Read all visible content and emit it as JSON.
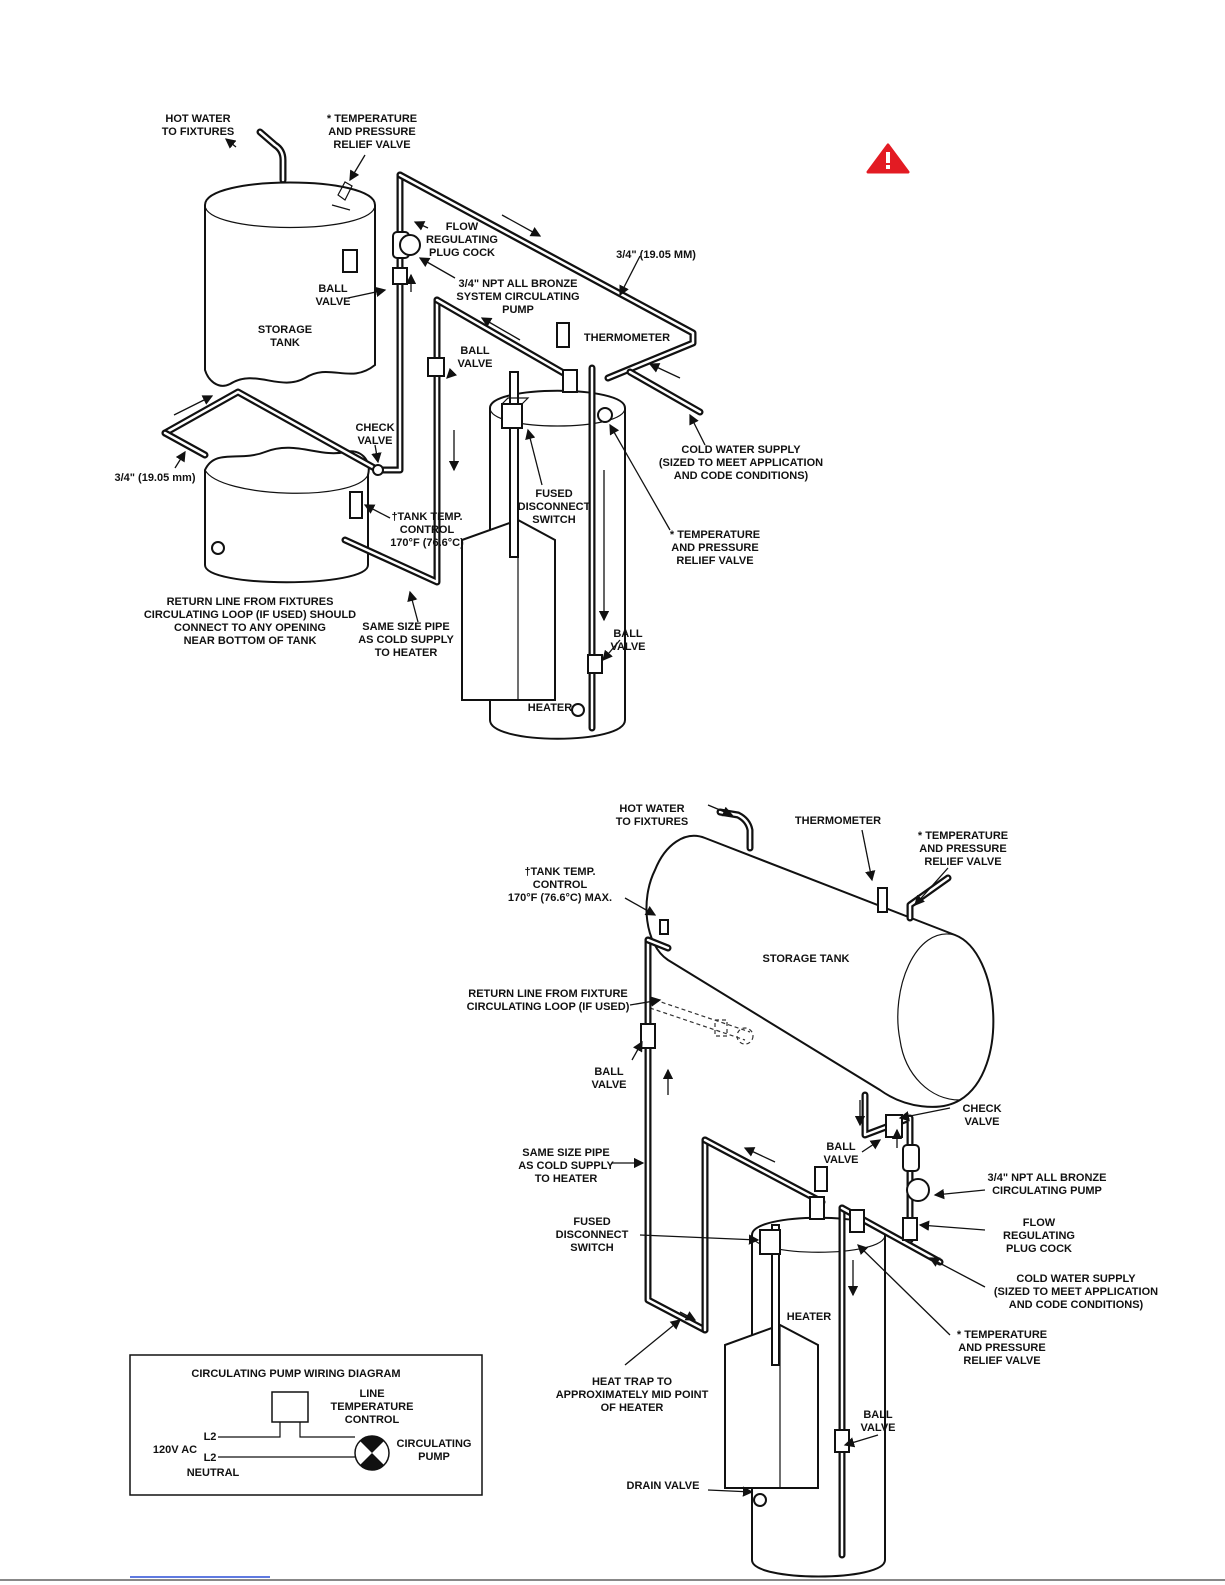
{
  "diagram_top": {
    "hot_water": [
      "HOT WATER",
      "TO FIXTURES"
    ],
    "tp_valve_tank": [
      "* TEMPERATURE",
      "AND PRESSURE",
      "RELIEF VALVE"
    ],
    "flow_plug": [
      "FLOW",
      "REGULATING",
      "PLUG COCK"
    ],
    "pipe_size_right": "3/4\" (19.05 MM)",
    "pump": [
      "3/4\" NPT ALL BRONZE",
      "SYSTEM CIRCULATING",
      "PUMP"
    ],
    "ball_valve_1": [
      "BALL",
      "VALVE"
    ],
    "storage_tank": [
      "STORAGE",
      "TANK"
    ],
    "thermometer": "THERMOMETER",
    "ball_valve_2": [
      "BALL",
      "VALVE"
    ],
    "check_valve": [
      "CHECK",
      "VALVE"
    ],
    "cold_supply": [
      "COLD WATER SUPPLY",
      "(SIZED TO MEET APPLICATION",
      "AND CODE CONDITIONS)"
    ],
    "pipe_size_left": "3/4\" (19.05 mm)",
    "fused_switch": [
      "FUSED",
      "DISCONNECT",
      "SWITCH"
    ],
    "tank_control": [
      "†TANK TEMP.",
      "CONTROL",
      "170°F (76.6°C)"
    ],
    "tp_valve_heater": [
      "* TEMPERATURE",
      "AND PRESSURE",
      "RELIEF VALVE"
    ],
    "return_line": [
      "RETURN LINE FROM FIXTURES",
      "CIRCULATING LOOP (IF USED) SHOULD",
      "CONNECT TO ANY OPENING",
      "NEAR BOTTOM OF TANK"
    ],
    "same_size": [
      "SAME SIZE PIPE",
      "AS COLD SUPPLY",
      "TO HEATER"
    ],
    "ball_valve_3": [
      "BALL",
      "VALVE"
    ],
    "heater": "HEATER"
  },
  "diagram_bottom": {
    "hot_water": [
      "HOT WATER",
      "TO FIXTURES"
    ],
    "thermometer": "THERMOMETER",
    "tp_valve_tank": [
      "* TEMPERATURE",
      "AND PRESSURE",
      "RELIEF VALVE"
    ],
    "tank_control": [
      "†TANK TEMP.",
      "CONTROL",
      "170°F (76.6°C) MAX."
    ],
    "storage_tank": "STORAGE TANK",
    "return_line": [
      "RETURN LINE FROM FIXTURE",
      "CIRCULATING LOOP (IF USED)"
    ],
    "ball_valve_1": [
      "BALL",
      "VALVE"
    ],
    "check_valve": [
      "CHECK",
      "VALVE"
    ],
    "ball_valve_2": [
      "BALL",
      "VALVE"
    ],
    "same_size": [
      "SAME SIZE PIPE",
      "AS COLD SUPPLY",
      "TO HEATER"
    ],
    "pump": [
      "3/4\" NPT ALL BRONZE",
      "CIRCULATING PUMP"
    ],
    "fused_switch": [
      "FUSED",
      "DISCONNECT",
      "SWITCH"
    ],
    "flow_plug": [
      "FLOW",
      "REGULATING",
      "PLUG COCK"
    ],
    "heater": "HEATER",
    "cold_supply": [
      "COLD WATER SUPPLY",
      "(SIZED TO MEET APPLICATION",
      "AND CODE CONDITIONS)"
    ],
    "tp_valve_heater": [
      "* TEMPERATURE",
      "AND PRESSURE",
      "RELIEF VALVE"
    ],
    "heat_trap": [
      "HEAT TRAP TO",
      "APPROXIMATELY MID POINT",
      "OF HEATER"
    ],
    "ball_valve_3": [
      "BALL",
      "VALVE"
    ],
    "drain_valve": "DRAIN VALVE"
  },
  "wiring": {
    "title": "CIRCULATING PUMP WIRING DIAGRAM",
    "control": [
      "LINE",
      "TEMPERATURE",
      "CONTROL"
    ],
    "supply": "120V AC",
    "l2_top": "L2",
    "l2_bottom": "L2",
    "neutral": "NEUTRAL",
    "pump": [
      "CIRCULATING",
      "PUMP"
    ]
  },
  "colors": {
    "warning": "#e31b23",
    "ink": "#111111"
  },
  "icons": {
    "warning": "warning-triangle-icon"
  }
}
